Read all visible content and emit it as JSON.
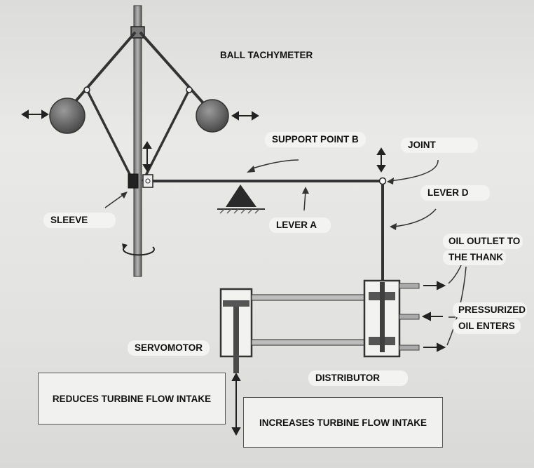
{
  "labels": {
    "ball_tachymeter": "BALL TACHYMETER",
    "support_point_b": "SUPPORT POINT B",
    "joint": "JOINT",
    "lever_d": "LEVER D",
    "sleeve": "SLEEVE",
    "lever_a": "LEVER A",
    "oil_outlet_line1": "OIL OUTLET TO",
    "oil_outlet_line2": "THE THANK",
    "pressurized_line1": "PRESSURIZED",
    "pressurized_line2": "OIL ENTERS",
    "servomotor": "SERVOMOTOR",
    "distributor": "DISTRIBUTOR",
    "reduces": "REDUCES TURBINE FLOW INTAKE",
    "increases": "INCREASES TURBINE FLOW INTAKE"
  }
}
